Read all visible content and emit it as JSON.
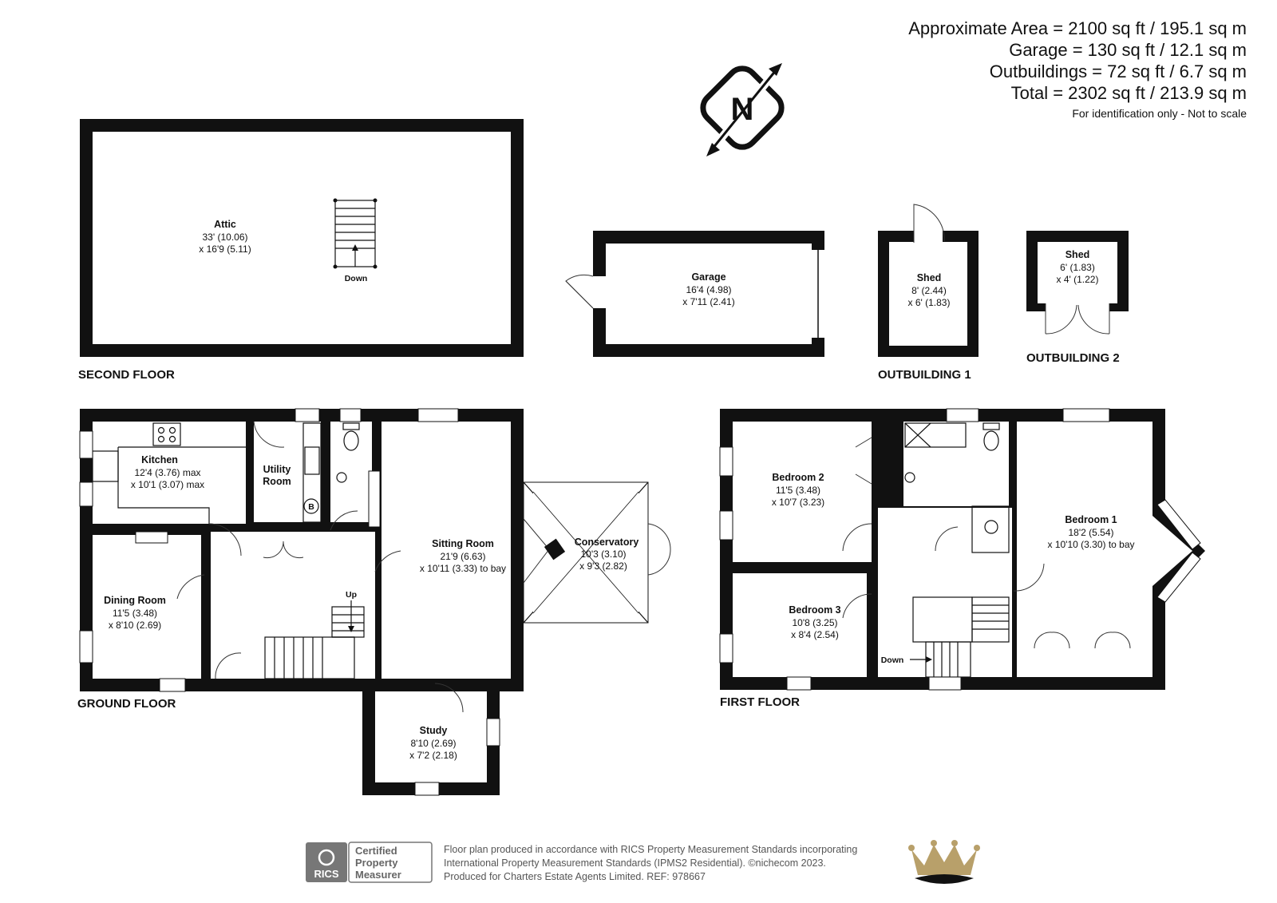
{
  "areas": {
    "approximate": "Approximate Area = 2100 sq ft / 195.1 sq m",
    "garage": "Garage = 130 sq ft / 12.1 sq m",
    "outbuildings": "Outbuildings = 72 sq ft / 6.7 sq m",
    "total": "Total = 2302 sq ft / 213.9 sq m",
    "note": "For identification only - Not to scale"
  },
  "compass": {
    "letter": "N",
    "icon": "north-compass-icon"
  },
  "floors": {
    "second": "SECOND FLOOR",
    "ground": "GROUND FLOOR",
    "first": "FIRST FLOOR",
    "outbuilding1": "OUTBUILDING 1",
    "outbuilding2": "OUTBUILDING 2"
  },
  "rooms": {
    "attic": {
      "name": "Attic",
      "dim1": "33' (10.06)",
      "dim2": "x 16'9 (5.11)"
    },
    "garage": {
      "name": "Garage",
      "dim1": "16'4 (4.98)",
      "dim2": "x 7'11 (2.41)"
    },
    "shed1": {
      "name": "Shed",
      "dim1": "8' (2.44)",
      "dim2": "x 6' (1.83)"
    },
    "shed2": {
      "name": "Shed",
      "dim1": "6' (1.83)",
      "dim2": "x 4' (1.22)"
    },
    "kitchen": {
      "name": "Kitchen",
      "dim1": "12'4 (3.76) max",
      "dim2": "x 10'1 (3.07) max"
    },
    "utility": {
      "name1": "Utility",
      "name2": "Room"
    },
    "dining": {
      "name": "Dining Room",
      "dim1": "11'5 (3.48)",
      "dim2": "x 8'10 (2.69)"
    },
    "sitting": {
      "name": "Sitting Room",
      "dim1": "21'9 (6.63)",
      "dim2": "x 10'11 (3.33) to bay"
    },
    "conservatory": {
      "name": "Conservatory",
      "dim1": "10'3 (3.10)",
      "dim2": "x 9'3 (2.82)"
    },
    "study": {
      "name": "Study",
      "dim1": "8'10 (2.69)",
      "dim2": "x 7'2 (2.18)"
    },
    "bedroom2": {
      "name": "Bedroom 2",
      "dim1": "11'5 (3.48)",
      "dim2": "x 10'7 (3.23)"
    },
    "bedroom3": {
      "name": "Bedroom 3",
      "dim1": "10'8 (3.25)",
      "dim2": "x 8'4 (2.54)"
    },
    "bedroom1": {
      "name": "Bedroom 1",
      "dim1": "18'2 (5.54)",
      "dim2": "x 10'10 (3.30) to bay"
    }
  },
  "stair_labels": {
    "down_attic": "Down",
    "up": "Up",
    "down_first": "Down",
    "boiler": "B"
  },
  "footer": {
    "line1": "Floor plan produced in accordance with RICS Property Measurement Standards incorporating",
    "line2": "International Property Measurement Standards (IPMS2 Residential). ©nichecom 2023.",
    "line3": "Produced for Charters Estate Agents Limited.  REF: 978667",
    "rics": "RICS",
    "certified1": "Certified",
    "certified2": "Property",
    "certified3": "Measurer"
  }
}
